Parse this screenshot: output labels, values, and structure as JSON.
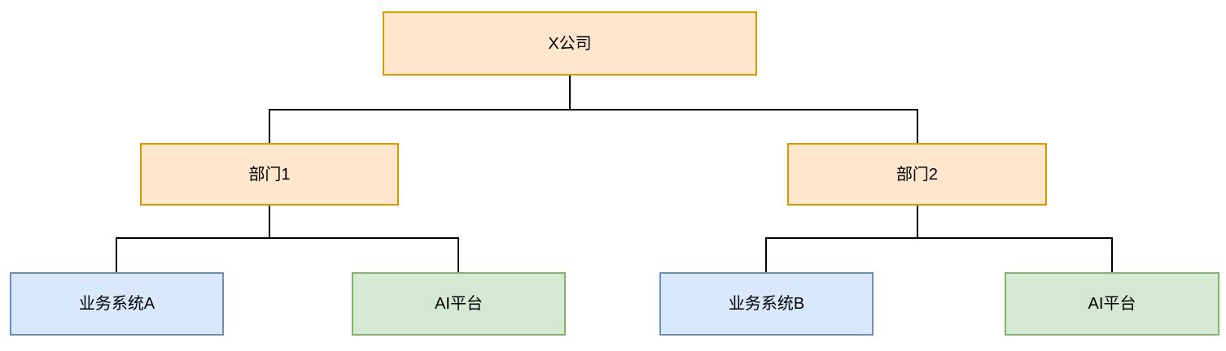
{
  "diagram": {
    "type": "org-chart-tree",
    "background": "#ffffff",
    "connector_color": "#000000",
    "text_color": "#000000",
    "nodes": [
      {
        "id": "company",
        "label": "X公司",
        "fill": "#ffe6cc",
        "border": "#d79b00",
        "level": 1
      },
      {
        "id": "dept1",
        "label": "部门1",
        "fill": "#ffe6cc",
        "border": "#d79b00",
        "level": 2
      },
      {
        "id": "dept2",
        "label": "部门2",
        "fill": "#ffe6cc",
        "border": "#d79b00",
        "level": 2
      },
      {
        "id": "sysA",
        "label": "业务系统A",
        "fill": "#dae8fc",
        "border": "#6c8ebf",
        "level": 3
      },
      {
        "id": "ai1",
        "label": "AI平台",
        "fill": "#d5e8d4",
        "border": "#82b366",
        "level": 3
      },
      {
        "id": "sysB",
        "label": "业务系统B",
        "fill": "#dae8fc",
        "border": "#6c8ebf",
        "level": 3
      },
      {
        "id": "ai2",
        "label": "AI平台",
        "fill": "#d5e8d4",
        "border": "#82b366",
        "level": 3
      }
    ],
    "edges": [
      {
        "from": "company",
        "to": "dept1"
      },
      {
        "from": "company",
        "to": "dept2"
      },
      {
        "from": "dept1",
        "to": "sysA"
      },
      {
        "from": "dept1",
        "to": "ai1"
      },
      {
        "from": "dept2",
        "to": "sysB"
      },
      {
        "from": "dept2",
        "to": "ai2"
      }
    ]
  }
}
